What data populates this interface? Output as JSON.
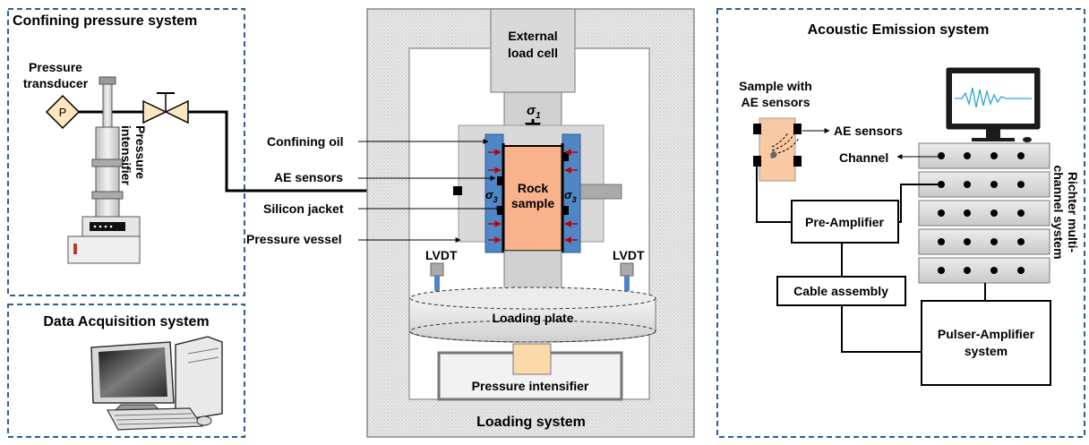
{
  "panels": {
    "confining_title": "Confining pressure system",
    "data_acq_title": "Data Acquisition system",
    "loading_title": "Loading system",
    "ae_title": "Acoustic Emission system"
  },
  "confining": {
    "transducer_line1": "Pressure",
    "transducer_line2": "transducer",
    "gauge_letter": "P",
    "intensifier_line1": "Pressure",
    "intensifier_line2": "intensifier"
  },
  "loading": {
    "load_cell_line1": "External",
    "load_cell_line2": "load cell",
    "sigma1": "σ",
    "sigma1_sub": "1",
    "sigma3": "σ",
    "sigma3_sub": "3",
    "rock_line1": "Rock",
    "rock_line2": "sample",
    "confining_oil": "Confining oil",
    "ae_sensors": "AE sensors",
    "silicon_jacket": "Silicon jacket",
    "pressure_vessel": "Pressure vessel",
    "lvdt": "LVDT",
    "loading_plate": "Loading plate",
    "pressure_intensifier": "Pressure intensifier"
  },
  "ae": {
    "sample_line1": "Sample with",
    "sample_line2": "AE sensors",
    "ae_sensors": "AE sensors",
    "channel": "Channel",
    "pre_amplifier": "Pre-Amplifier",
    "cable_assembly": "Cable assembly",
    "pulser_line1": "Pulser-Amplifier",
    "pulser_line2": "system",
    "richter_line1": "Richter multi-",
    "richter_line2": "channel system"
  },
  "colors": {
    "panel_border": "#2f5f8f",
    "rock": "#f8b38c",
    "oil": "#4f86c6",
    "vessel": "#d9d9d9",
    "gauge": "#fde7bf",
    "intensifier_box": "#fcd9a8",
    "arrow_red": "#c00000",
    "sample_card": "#f9c9a3"
  }
}
